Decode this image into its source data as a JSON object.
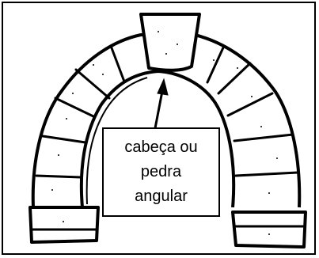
{
  "diagram": {
    "label_lines": [
      "cabeça ou",
      "pedra",
      "angular"
    ]
  }
}
